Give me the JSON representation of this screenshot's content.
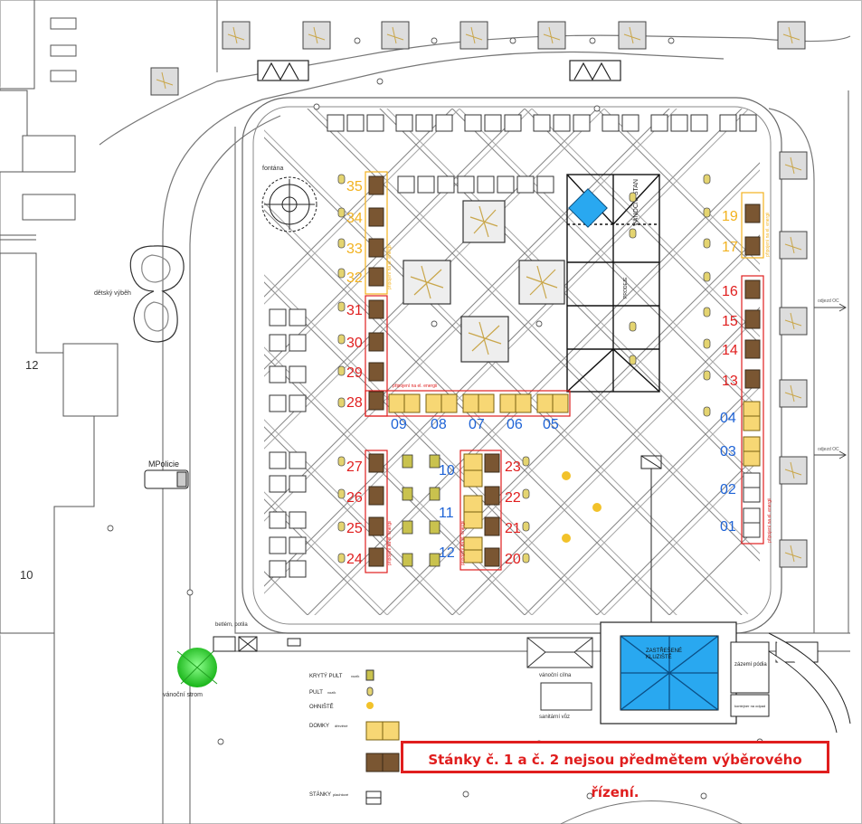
{
  "map_labels": {
    "building_12": "12",
    "building_10": "10",
    "police": "MPolicie",
    "playground": "dětský výběh",
    "fountain": "fontána",
    "tree": "vánoční strom",
    "betlem": "betlém, potila",
    "tent_title": "VÁNOČNÍ STAN",
    "tent_sub": "PRODEJE",
    "covered_rink": "ZASTŘEŠENÉ\nKLUZIŠTĚ",
    "christmas_train": "vánoční cílna",
    "sanitary": "sanitární vůz",
    "facilities": "zázemí pódia",
    "toilet": "kontejner na odpad",
    "power_note_1": "připojení na el. energii",
    "power_note_2": "připojení na el. energii",
    "power_note_3": "připojení na el. energii",
    "power_note_4": "připojení na el. energii",
    "power_note_5": "připojení na el. energii",
    "power_note_6": "připojení na el. energii",
    "exit_1": "odjezd OC",
    "exit_2": "odjezd OC"
  },
  "stalls": {
    "left_top": [
      "35",
      "34",
      "33",
      "32"
    ],
    "left_mid": [
      "31",
      "30",
      "29",
      "28"
    ],
    "row_blue": [
      "09",
      "08",
      "07",
      "06",
      "05"
    ],
    "left_bottom": [
      "27",
      "26",
      "25",
      "24"
    ],
    "center_blue": [
      "10",
      "11",
      "12"
    ],
    "center_red": [
      "23",
      "22",
      "21",
      "20"
    ],
    "right_top": [
      "19",
      "17"
    ],
    "right_mid": [
      "16",
      "15",
      "14",
      "13"
    ],
    "right_blue": [
      "04",
      "03",
      "02",
      "01"
    ]
  },
  "legend": {
    "covered_stand": "KRYTÝ PULT",
    "covered_stand_sub": "vozík",
    "stand": "PULT",
    "stand_sub": "vozík",
    "fire": "OHNIŠTĚ",
    "huts": "DOMKY",
    "huts_sub": "dřevěné",
    "booths": "STÁNKY",
    "booths_sub": "plachtové"
  },
  "notice": "Stánky č. 1 a č. 2 nejsou předmětem výběrového řízení.",
  "colors": {
    "red": "#e01e1e",
    "blue": "#1e63d6",
    "yellow": "#f2b21f",
    "hut_yellow": "#f7d774",
    "hut_brown": "#7a5632",
    "rink_blue": "#29a8f0",
    "tree_green": "#2fcf2f",
    "line": "#6b6b6b"
  }
}
